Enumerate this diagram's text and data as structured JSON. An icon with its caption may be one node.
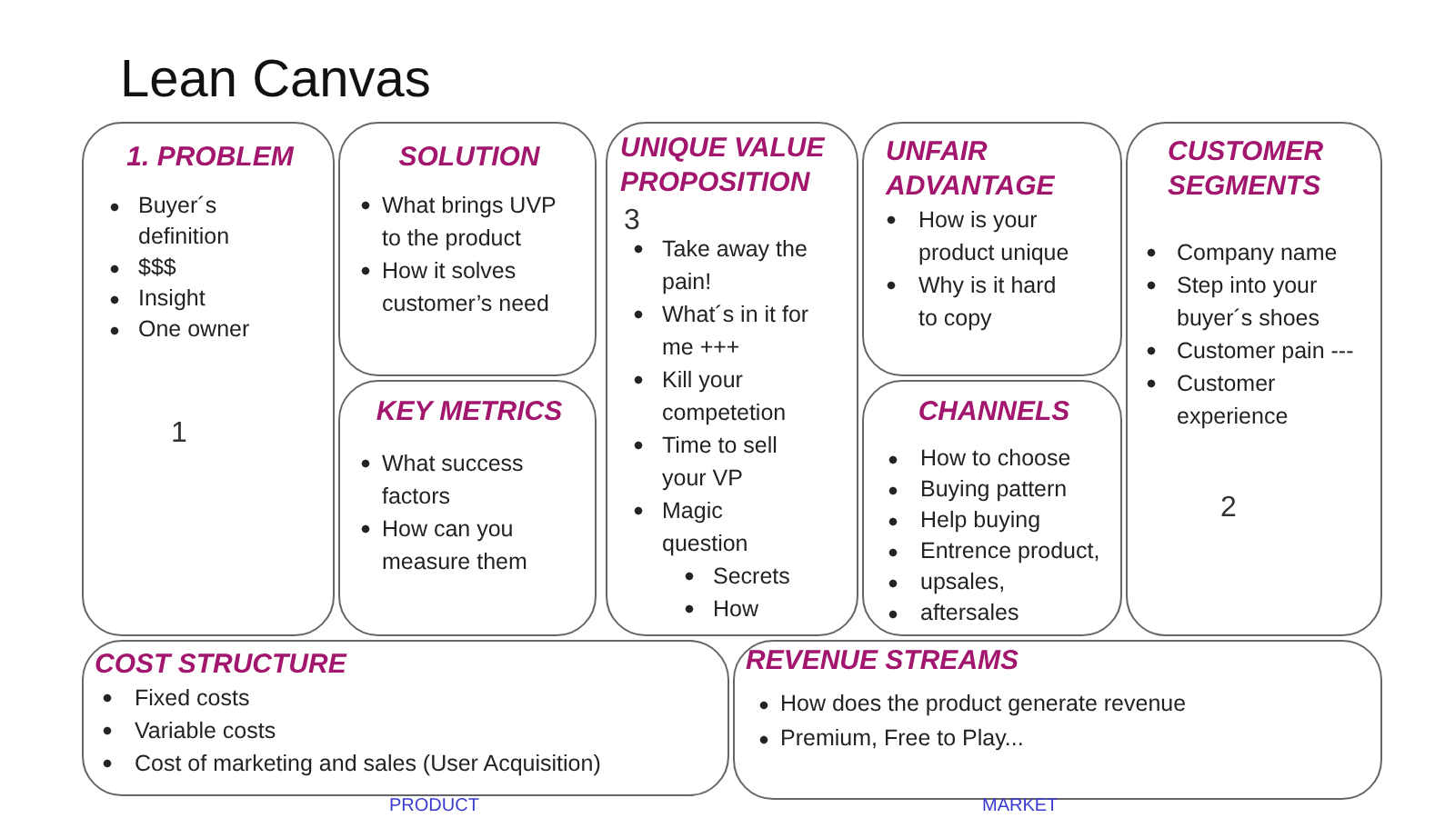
{
  "diagram": {
    "title": "Lean Canvas",
    "nodes": [
      {
        "text": [
          "1. PROBLEM",
          "Buyer´s definition",
          "$$$",
          "Insight",
          "One owner"
        ]
      },
      {
        "text": [
          "SOLUTION",
          "What brings UVP to the product",
          "How it solves customer’s need"
        ]
      },
      {
        "text": [
          "UNIQUE VALUE PROPOSITION",
          "Take away the pain!",
          "What´s in it for me +++",
          "Kill your competetion",
          "Time to sell your VP",
          "Magic question",
          "Secrets",
          "How"
        ]
      },
      {
        "text": [
          "UNFAIR ADVANTAGE",
          "How is your product unique",
          "Why is it hard to copy"
        ]
      },
      {
        "text": [
          "CUSTOMER SEGMENTS",
          "Company name",
          "Step into your buyer´s shoes",
          "Customer pain ---",
          "Customer experience"
        ]
      },
      {
        "text": [
          "KEY METRICS",
          "What success factors",
          "How can you measure them"
        ]
      },
      {
        "text": [
          "CHANNELS",
          "How to choose",
          "Buying pattern",
          "Help buying",
          "Entrence product,",
          "upsales,",
          "aftersales"
        ]
      },
      {
        "text": [
          "COST STRUCTURE",
          "Fixed costs",
          "Variable costs",
          "Cost of marketing and sales (User Acquisition)"
        ]
      },
      {
        "text": [
          "REVENUE STREAMS",
          "How does the product generate revenue",
          "Premium, Free to Play..."
        ]
      }
    ],
    "labels": [
      "1",
      "3",
      "2",
      "PRODUCT",
      "MARKET"
    ]
  }
}
